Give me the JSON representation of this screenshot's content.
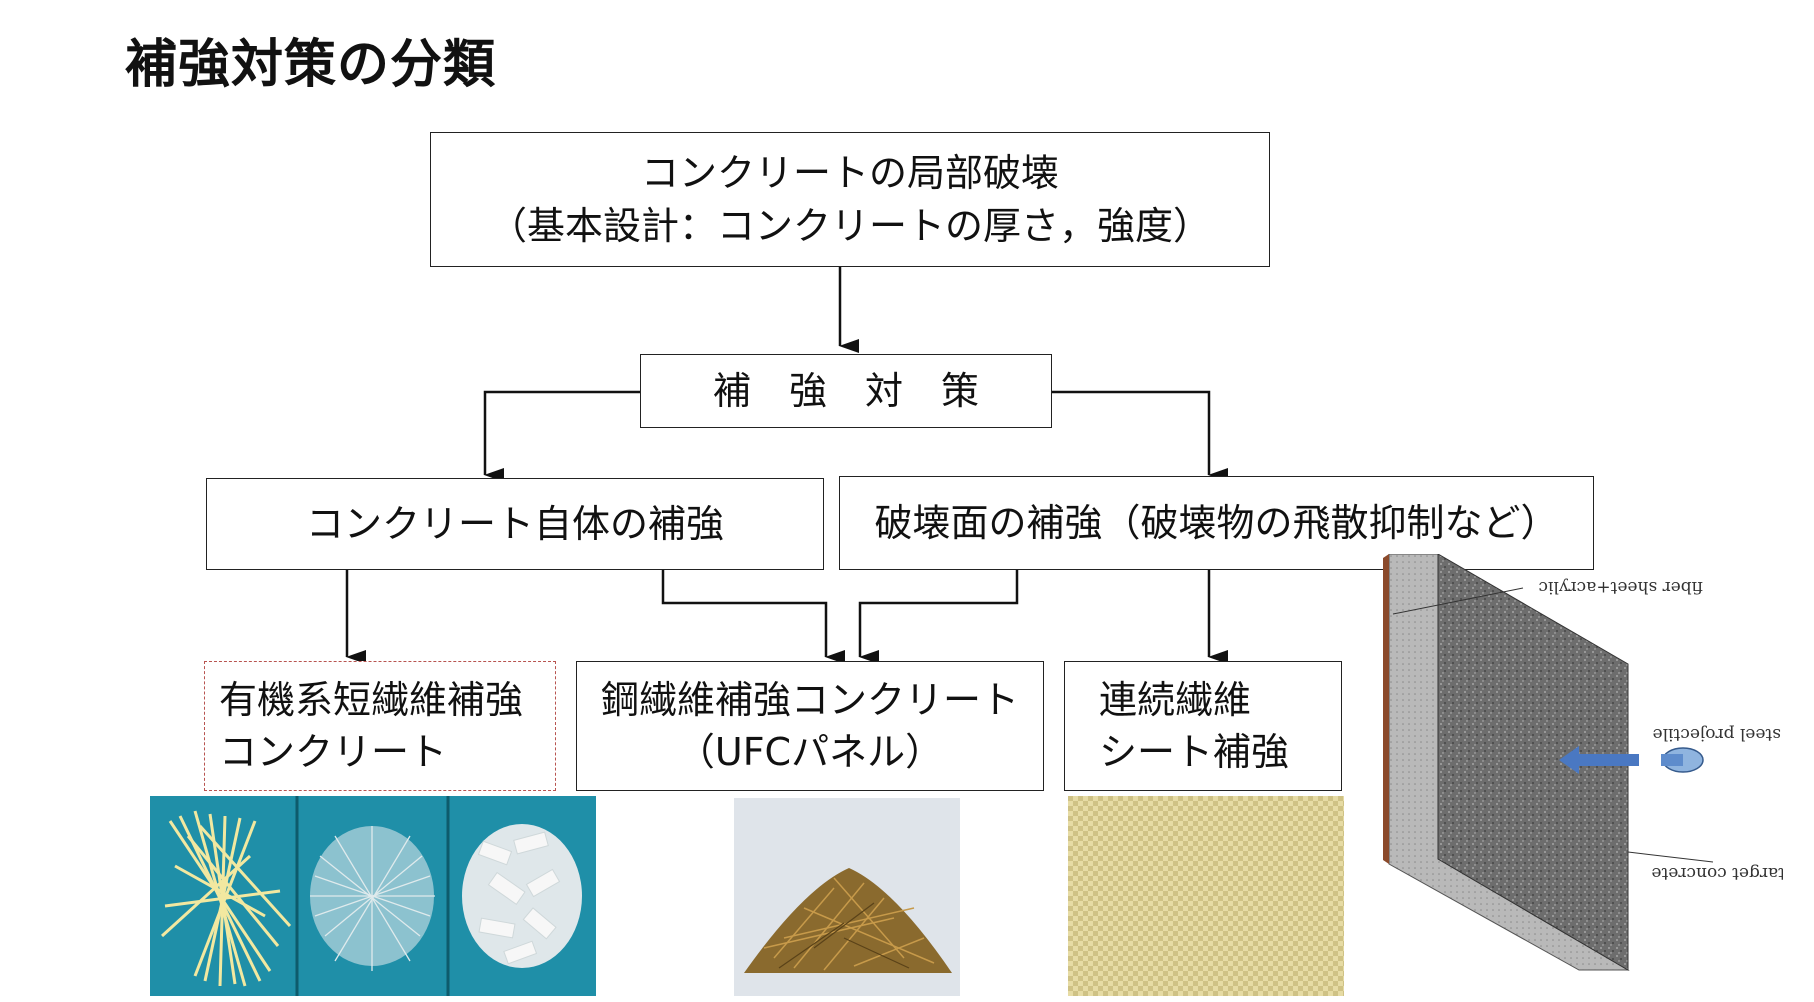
{
  "title": "補強対策の分類",
  "nodes": {
    "root": {
      "line1": "コンクリートの局部破壊",
      "line2": "（基本設計：コンクリートの厚さ，強度）"
    },
    "measures": {
      "label": "補　強　対　策"
    },
    "concrete_self": {
      "label": "コンクリート自体の補強"
    },
    "fracture_surface": {
      "label": "破壊面の補強（破壊物の飛散抑制など）"
    },
    "organic_fiber": {
      "line1": "有機系短繊維補強",
      "line2": "コンクリート"
    },
    "steel_fiber": {
      "line1": "鋼繊維補強コンクリート",
      "line2": "（UFCパネル）"
    },
    "continuous_fiber": {
      "line1": "連続繊維",
      "line2": "シート補強"
    }
  },
  "panel_labels": {
    "fiber_sheet": "fiber sheet+acrylic",
    "projectile": "steel projectile",
    "target": "target concrete"
  },
  "colors": {
    "photo_teal": "#1f8fa8",
    "steel_bronze": "#8a6a2e",
    "fabric": "#e6dba4",
    "panel_gray": "#6d6d6d",
    "arrow_blue": "#4a78c2"
  }
}
